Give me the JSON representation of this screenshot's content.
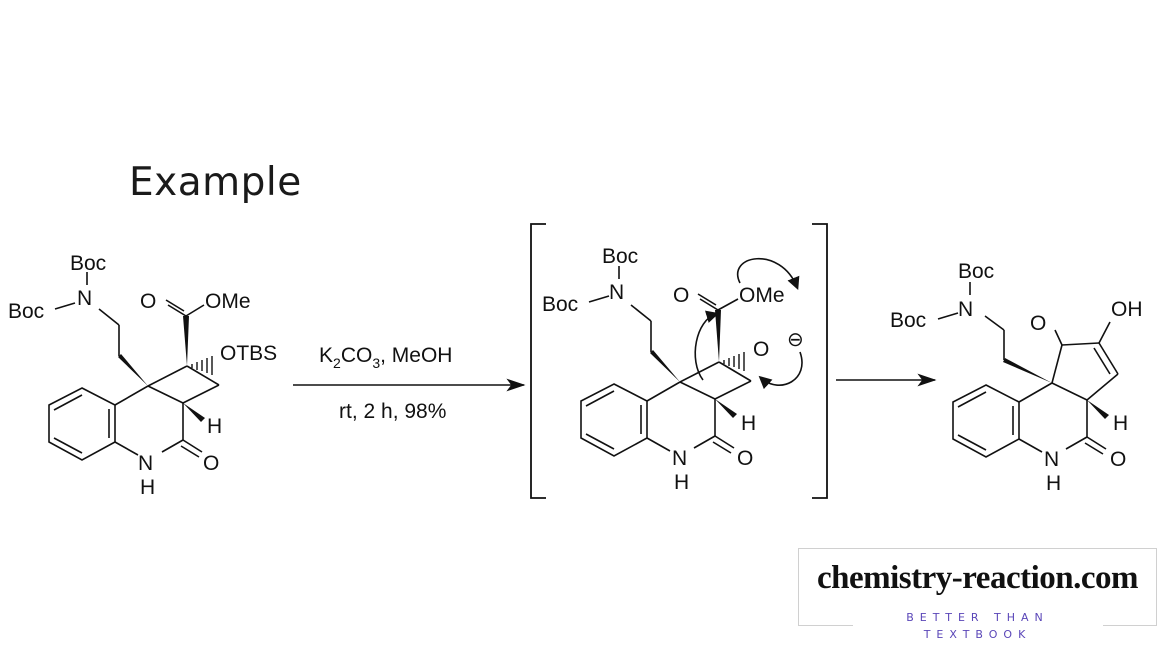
{
  "title": "Example",
  "reaction": {
    "reagents": "K₂CO₃, MeOH",
    "reagent_parts": {
      "k": "K",
      "sub2": "2",
      "co": "CO",
      "sub3": "3",
      "rest": ", MeOH"
    },
    "conditions": "rt, 2 h, 98%"
  },
  "starting_material": {
    "labels": {
      "boc_top": "Boc",
      "boc_left": "Boc",
      "n": "N",
      "carbonyl_o": "O",
      "ome": "OMe",
      "otbs": "OTBS",
      "h": "H",
      "nh_n": "N",
      "nh_h": "H",
      "lactam_o": "O"
    }
  },
  "intermediate": {
    "labels": {
      "boc_top": "Boc",
      "boc_left": "Boc",
      "n": "N",
      "carbonyl_o": "O",
      "ome": "OMe",
      "alkoxide_o": "O",
      "charge": "⊖",
      "h": "H",
      "nh_n": "N",
      "nh_h": "H",
      "lactam_o": "O"
    }
  },
  "product": {
    "labels": {
      "boc_top": "Boc",
      "boc_left": "Boc",
      "n": "N",
      "ketone_o": "O",
      "oh": "OH",
      "h": "H",
      "nh_n": "N",
      "nh_h": "H",
      "lactam_o": "O"
    }
  },
  "logo": {
    "site": "chemistry-reaction.com",
    "tagline_1": "BETTER THAN",
    "tagline_2": "TEXTBOOK",
    "tag_color": "#5a46b8"
  }
}
